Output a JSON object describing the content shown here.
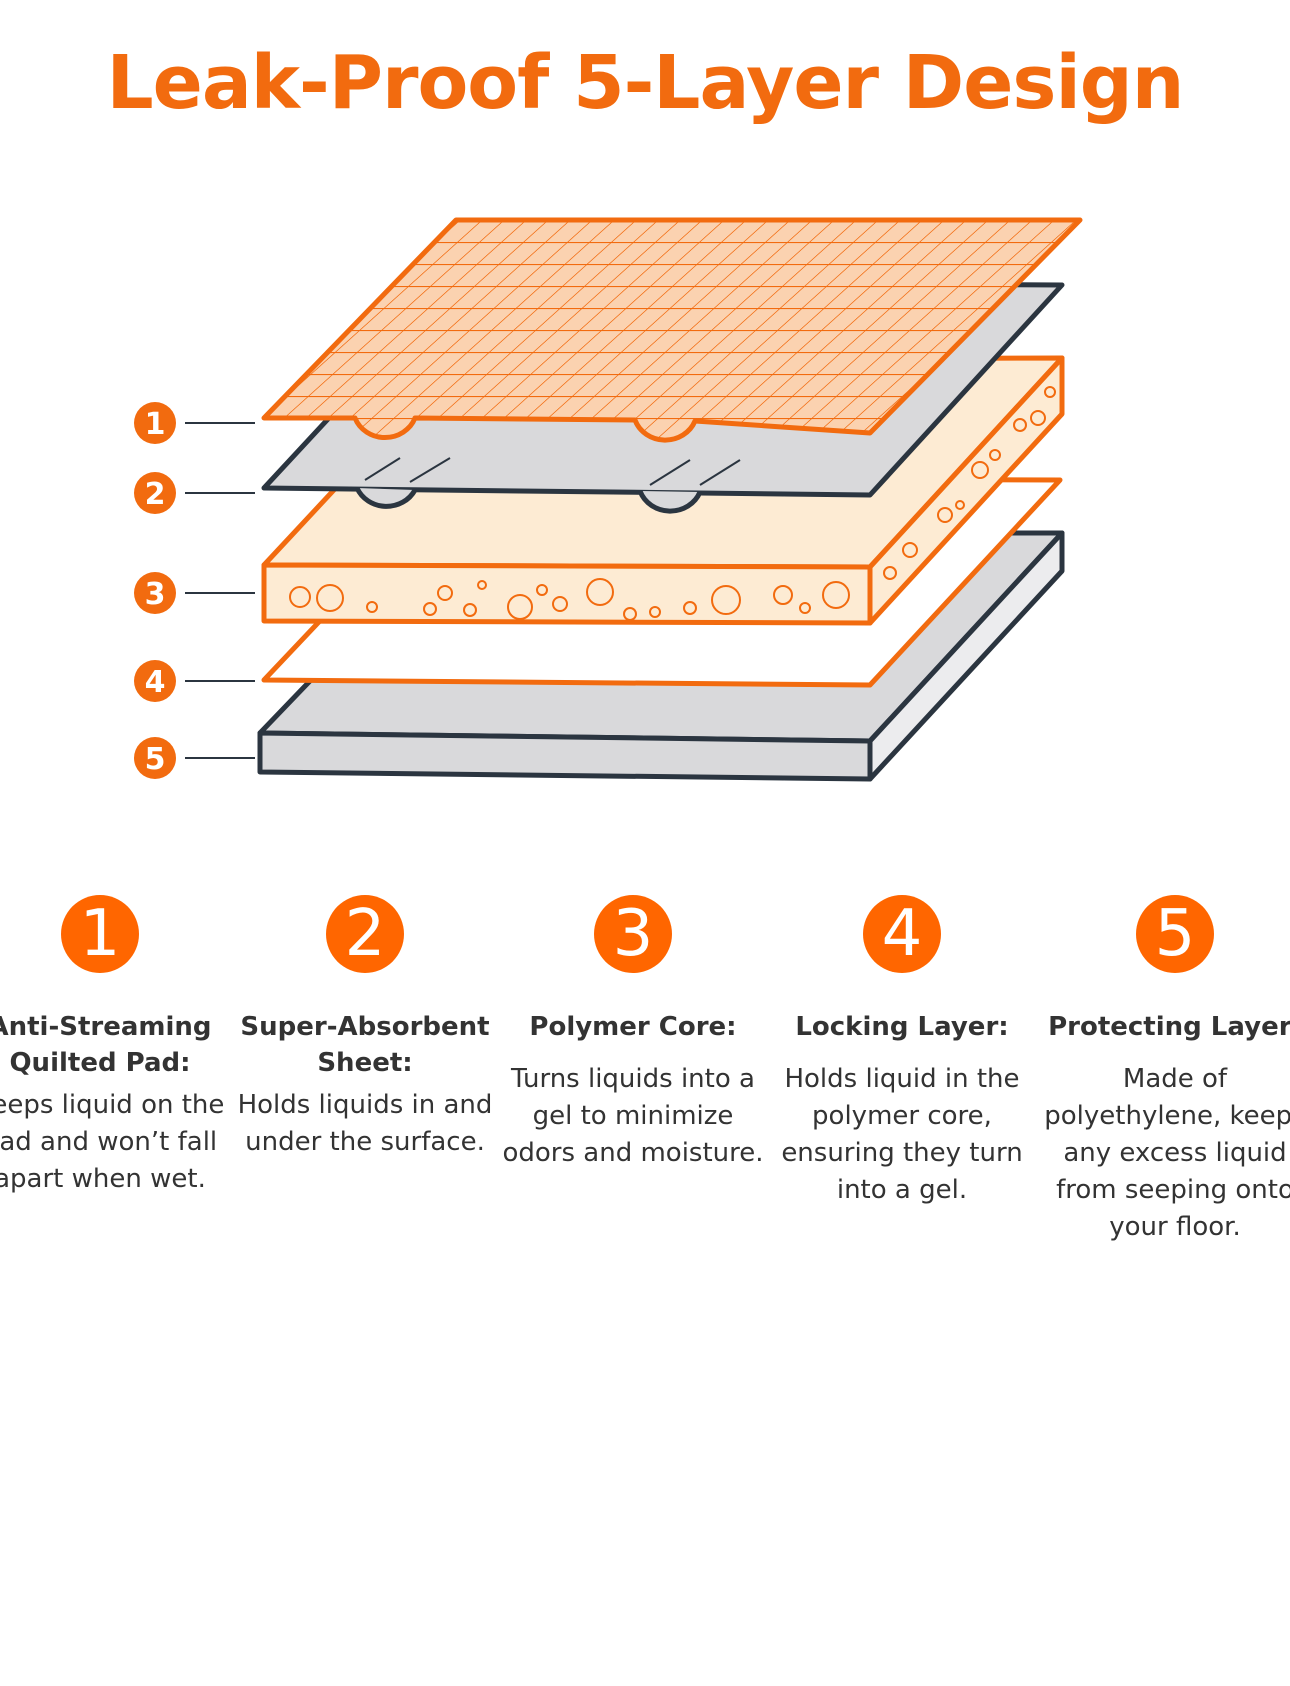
{
  "title": "Leak-Proof 5-Layer Design",
  "colors": {
    "accent": "#f26b0f",
    "gray_layer": "#d9d9db",
    "cream_layer": "#fdebd3",
    "outline_dark": "#2b3540"
  },
  "layers": [
    {
      "number": "1",
      "title": "Anti-Streaming Quilted Pad:",
      "description": "Keeps liquid on the pad and won’t fall apart when wet."
    },
    {
      "number": "2",
      "title": "Super-Absorbent Sheet:",
      "description": "Holds liquids in and under the surface."
    },
    {
      "number": "3",
      "title": "Polymer Core:",
      "description": "Turns liquids into a gel to minimize odors and moisture."
    },
    {
      "number": "4",
      "title": "Locking Layer:",
      "description": "Holds liquid in the polymer core, ensuring they turn into a gel."
    },
    {
      "number": "5",
      "title": "Protecting Layer:",
      "description": "Made of polyethylene, keeps any excess liquid from seeping onto your floor."
    }
  ]
}
